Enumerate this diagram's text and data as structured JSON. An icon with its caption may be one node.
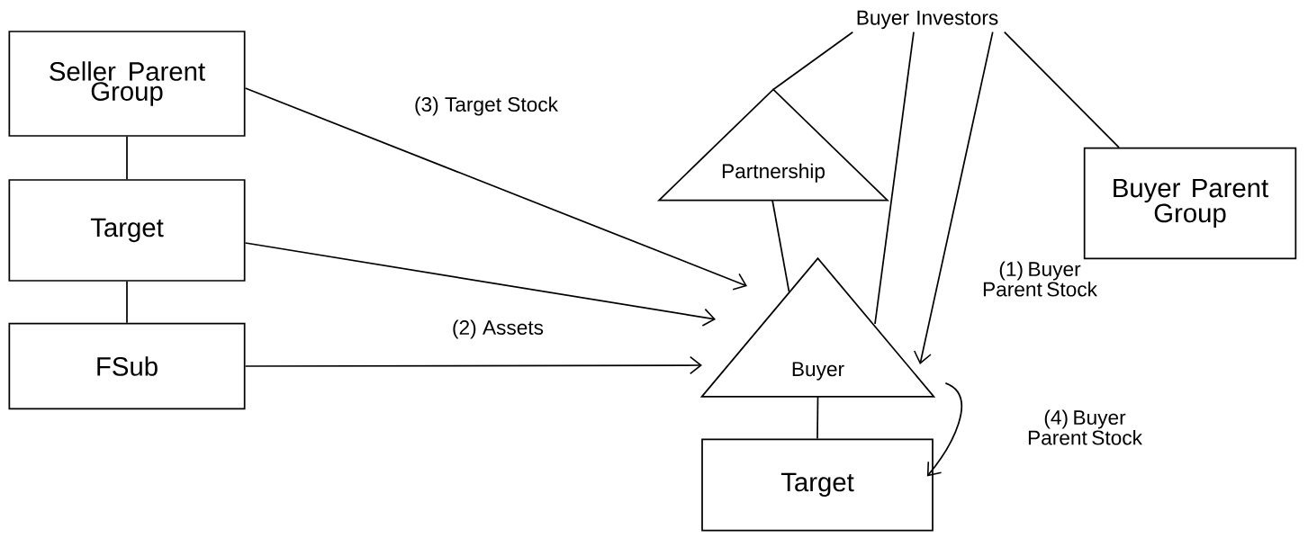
{
  "diagram": {
    "nodes": [
      {
        "text": [
          "Seller Parent Group"
        ]
      },
      {
        "text": [
          "Target"
        ]
      },
      {
        "text": [
          "FSub"
        ]
      },
      {
        "text": [
          "Buyer Investors"
        ]
      },
      {
        "text": [
          "Partnership"
        ]
      },
      {
        "text": [
          "Buyer Parent Group"
        ]
      },
      {
        "text": [
          "Buyer"
        ]
      },
      {
        "text": [
          "Target"
        ]
      }
    ],
    "edges": [
      {
        "from": 0,
        "to": 1,
        "arrow": "none"
      },
      {
        "from": 1,
        "to": 2,
        "arrow": "none"
      },
      {
        "from": 0,
        "to": 6,
        "arrow": "to",
        "label": "(3) Target Stock"
      },
      {
        "from": 1,
        "to": 6,
        "arrow": "to"
      },
      {
        "from": 2,
        "to": 6,
        "arrow": "to",
        "label": "(2) Assets"
      },
      {
        "from": 3,
        "to": 4,
        "arrow": "none"
      },
      {
        "from": 3,
        "to": 6,
        "arrow": "none"
      },
      {
        "from": 3,
        "to": 6,
        "arrow": "to",
        "label": "(1) Buyer Parent Stock"
      },
      {
        "from": 3,
        "to": 5,
        "arrow": "none"
      },
      {
        "from": 4,
        "to": 6,
        "arrow": "none"
      },
      {
        "from": 6,
        "to": 7,
        "arrow": "none"
      },
      {
        "from": 6,
        "to": 7,
        "arrow": "to",
        "label": "(4) Buyer Parent Stock"
      }
    ]
  }
}
